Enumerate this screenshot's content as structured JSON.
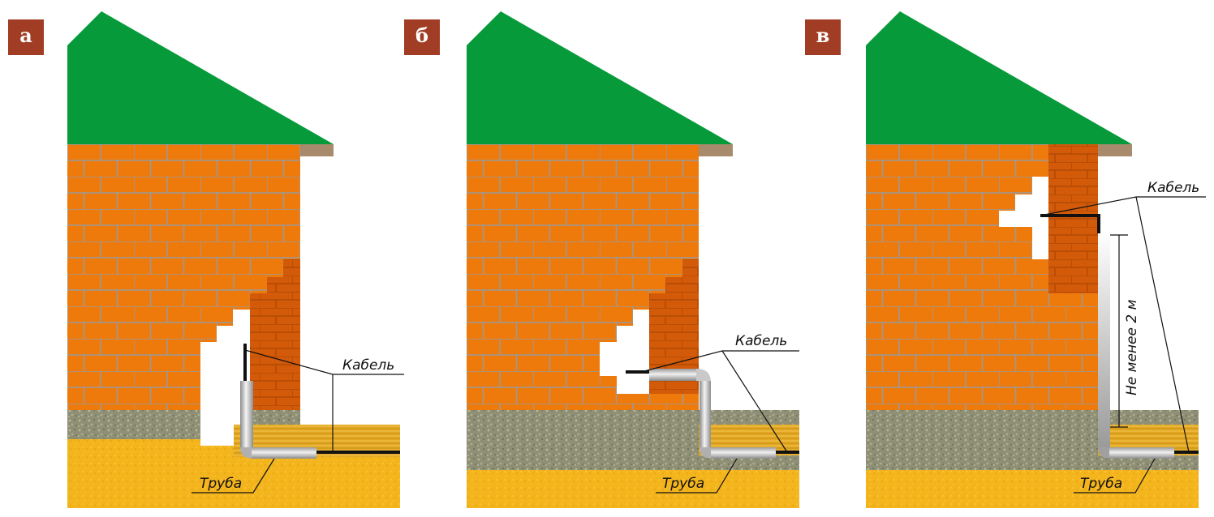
{
  "colors": {
    "roof": "#079a3a",
    "brick": "#ef7a0c",
    "brick_dark": "#d25a08",
    "mortar": "#a0a0a0",
    "eave": "#a88b6c",
    "gravel": "#8e8f74",
    "sand": "#f3b41c",
    "sand_light": "#e0a51f",
    "badge": "#a13d24",
    "cable": "#111111"
  },
  "panels": [
    {
      "badge": "а",
      "cable_label": "Кабель",
      "pipe_label": "Труба"
    },
    {
      "badge": "б",
      "cable_label": "Кабель",
      "pipe_label": "Труба"
    },
    {
      "badge": "в",
      "cable_label": "Кабель",
      "pipe_label": "Труба",
      "height_label": "Не менее 2 м"
    }
  ]
}
